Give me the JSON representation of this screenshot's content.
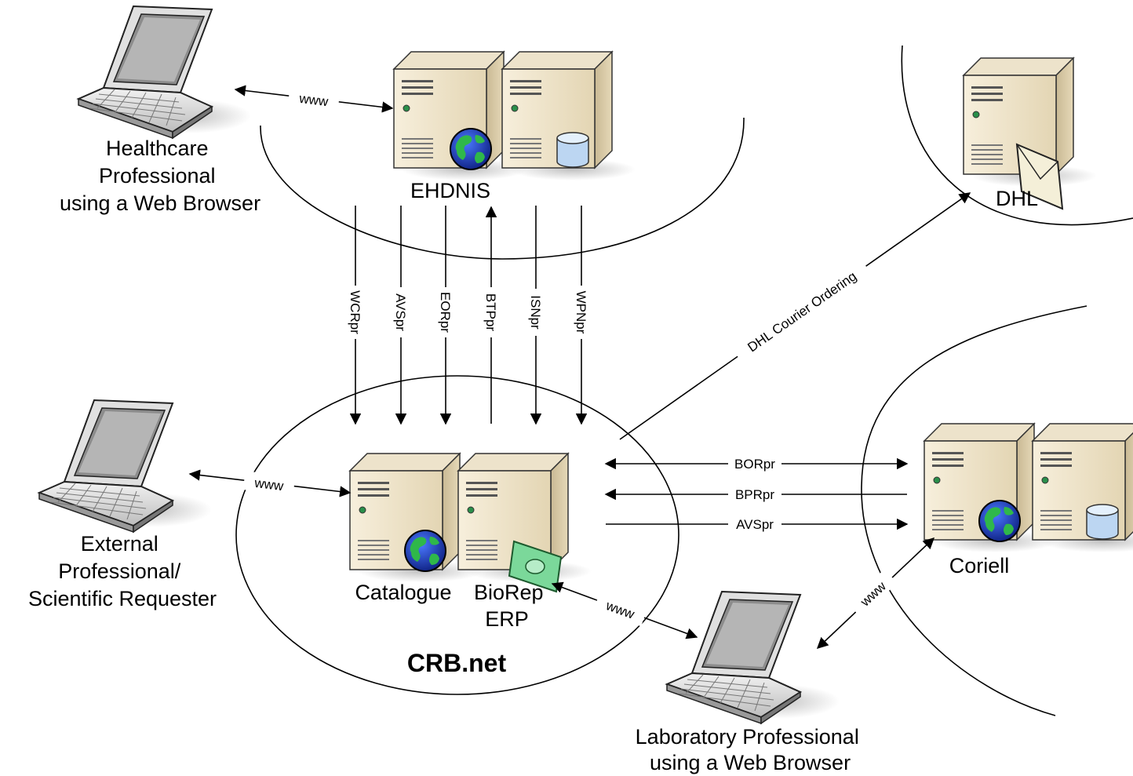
{
  "nodes": {
    "healthcare": [
      "Healthcare",
      "Professional",
      "using a Web Browser"
    ],
    "external": [
      "External",
      "Professional/",
      "Scientific Requester"
    ],
    "laboratory": [
      "Laboratory Professional",
      "using a Web Browser"
    ],
    "ehdnis": "EHDNIS",
    "dhl": "DHL",
    "coriell": "Coriell",
    "catalogue": "Catalogue",
    "biorep": [
      "BioRep",
      "ERP"
    ],
    "crb": "CRB.net"
  },
  "links": {
    "www_healthcare": "www",
    "www_external": "www",
    "www_lab_crb": "www",
    "www_lab_coriell": "www",
    "dhl_courier": "DHL Courier Ordering",
    "vertical": [
      "WCRpr",
      "AVSpr",
      "EORpr",
      "BTPpr",
      "ISNpr",
      "WPNpr"
    ],
    "horizontal": [
      "BORpr",
      "BPRpr",
      "AVSpr"
    ]
  },
  "colors": {
    "server_body": "#e8dcc0",
    "server_front": "#f4ecd8",
    "globe_ocean": "#1a3fb0",
    "globe_land": "#2fb84a",
    "db_cylinder": "#b8d4f0",
    "money": "#7bd89a"
  }
}
